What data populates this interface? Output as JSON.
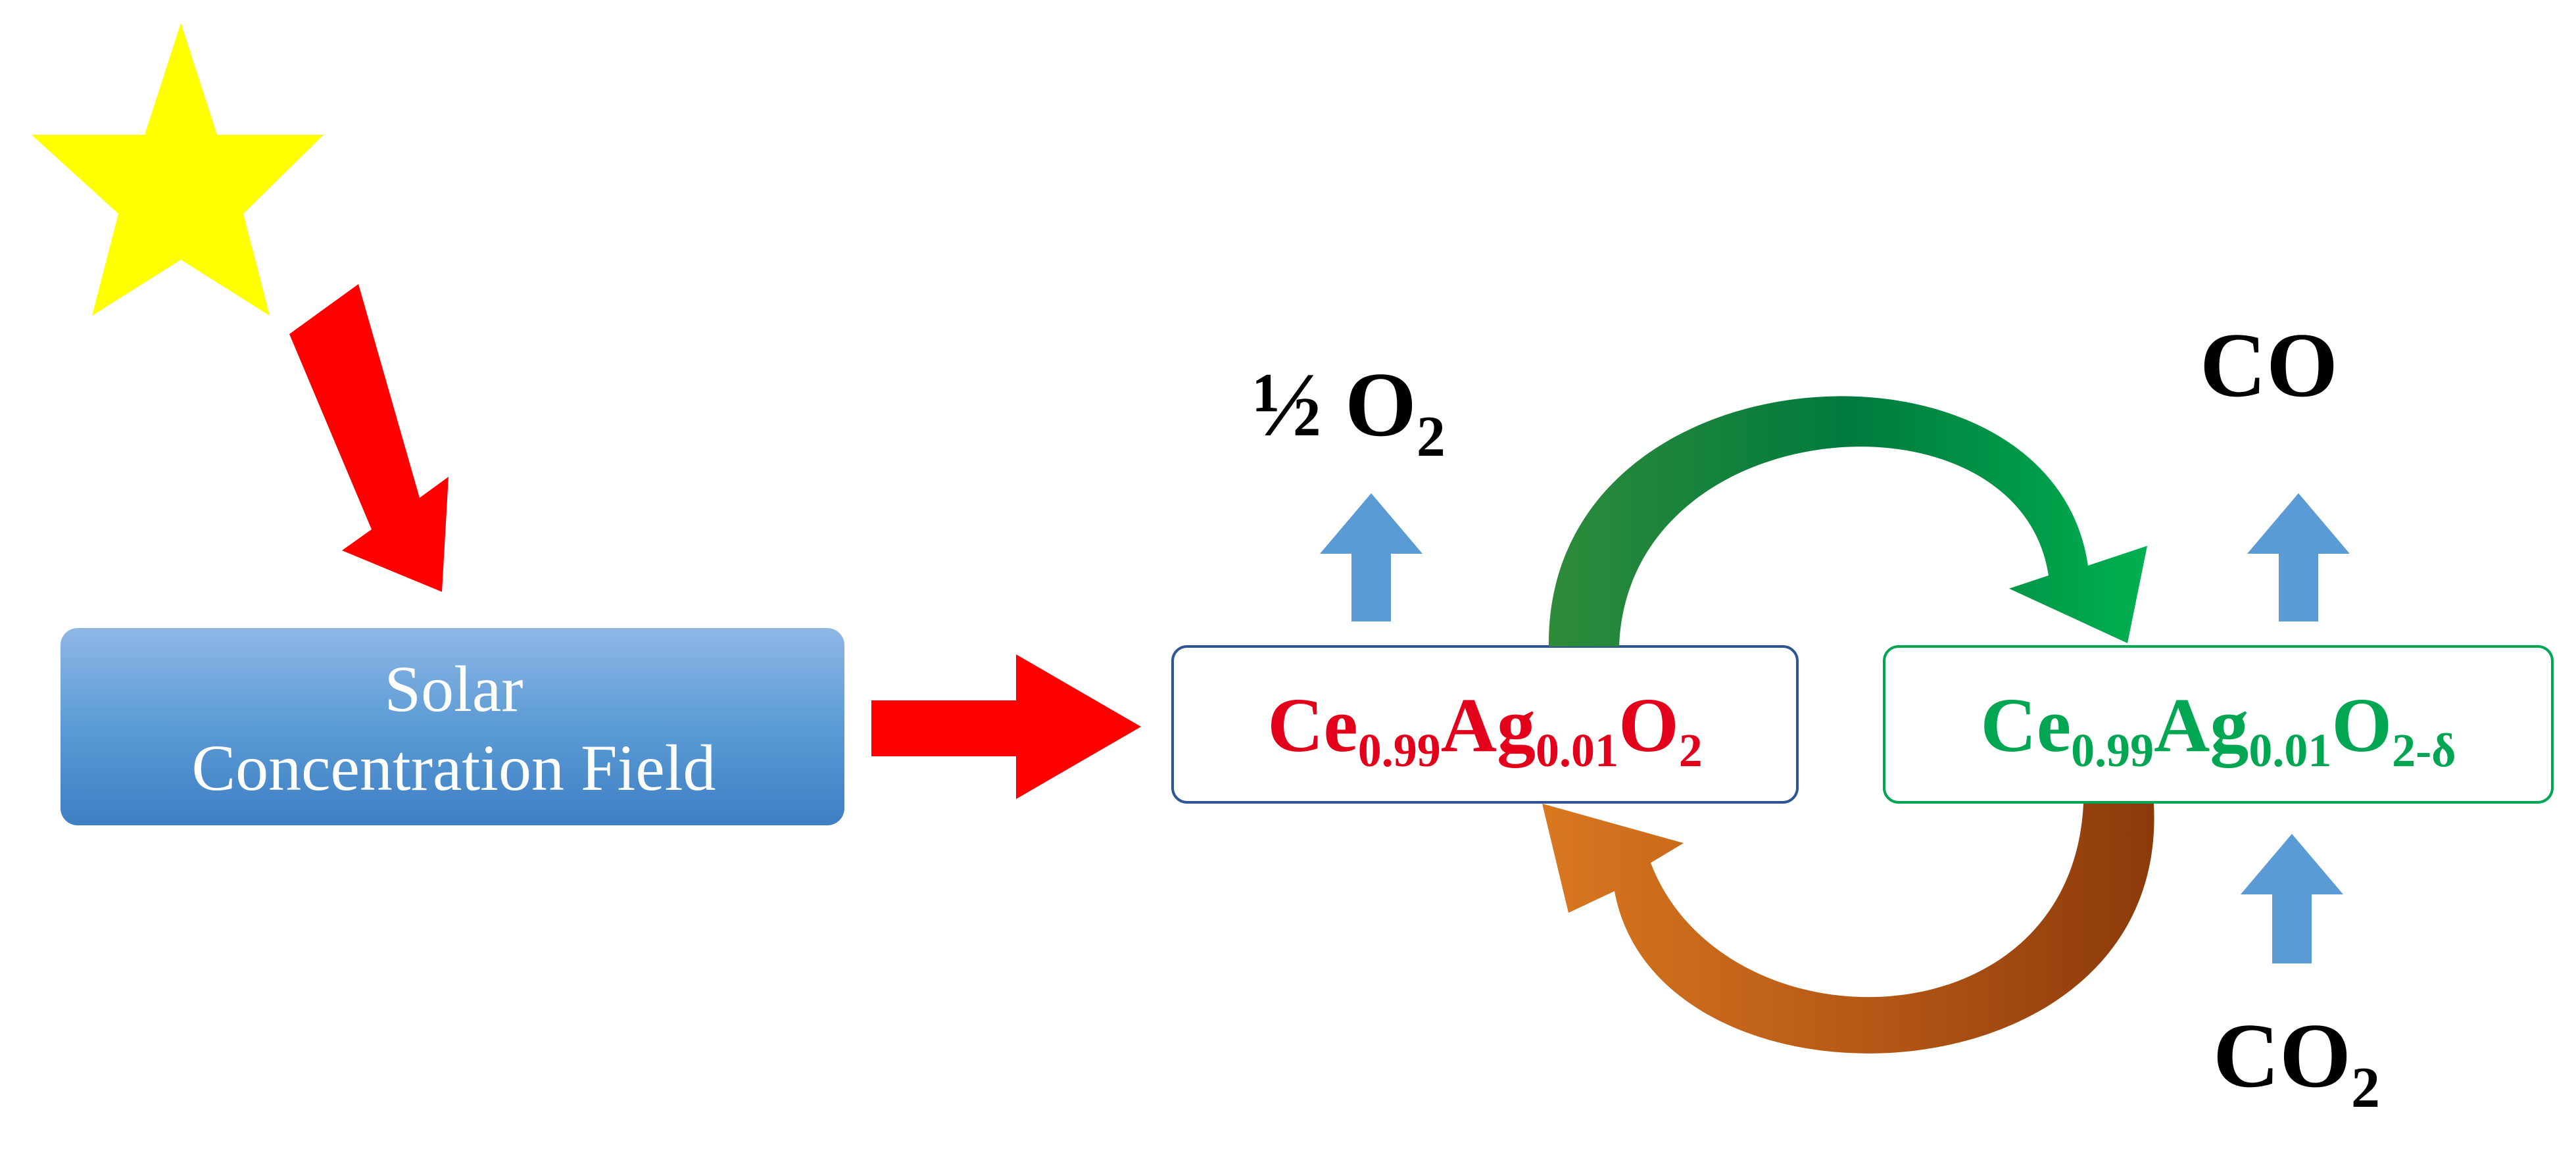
{
  "solar_box": {
    "line1": "Solar",
    "line2": "Concentration Field"
  },
  "oxidized_formula": {
    "ce": "Ce",
    "ce_sub": "0.99",
    "ag": "Ag",
    "ag_sub": "0.01",
    "o": "O",
    "o_sub": "2"
  },
  "reduced_formula": {
    "ce": "Ce",
    "ce_sub": "0.99",
    "ag": "Ag",
    "ag_sub": "0.01",
    "o": "O",
    "o_sub": "2-δ"
  },
  "oxygen_product": {
    "prefix": "½ O",
    "sub": "2"
  },
  "co_product": {
    "text": "CO"
  },
  "co2_input": {
    "text": "CO",
    "sub": "2"
  },
  "colors": {
    "sun": "#ffff00",
    "red_arrow": "#ff0000",
    "blue_arrow": "#5b9bd5",
    "green_arrow": "#00a651",
    "brown_arrow": "#c55a11",
    "oxidized_text": "#e2001a",
    "reduced_text": "#00a651",
    "oxidized_box_border": "#2f5597",
    "reduced_box_border": "#00a651",
    "solar_box": "#5b9bd5"
  }
}
